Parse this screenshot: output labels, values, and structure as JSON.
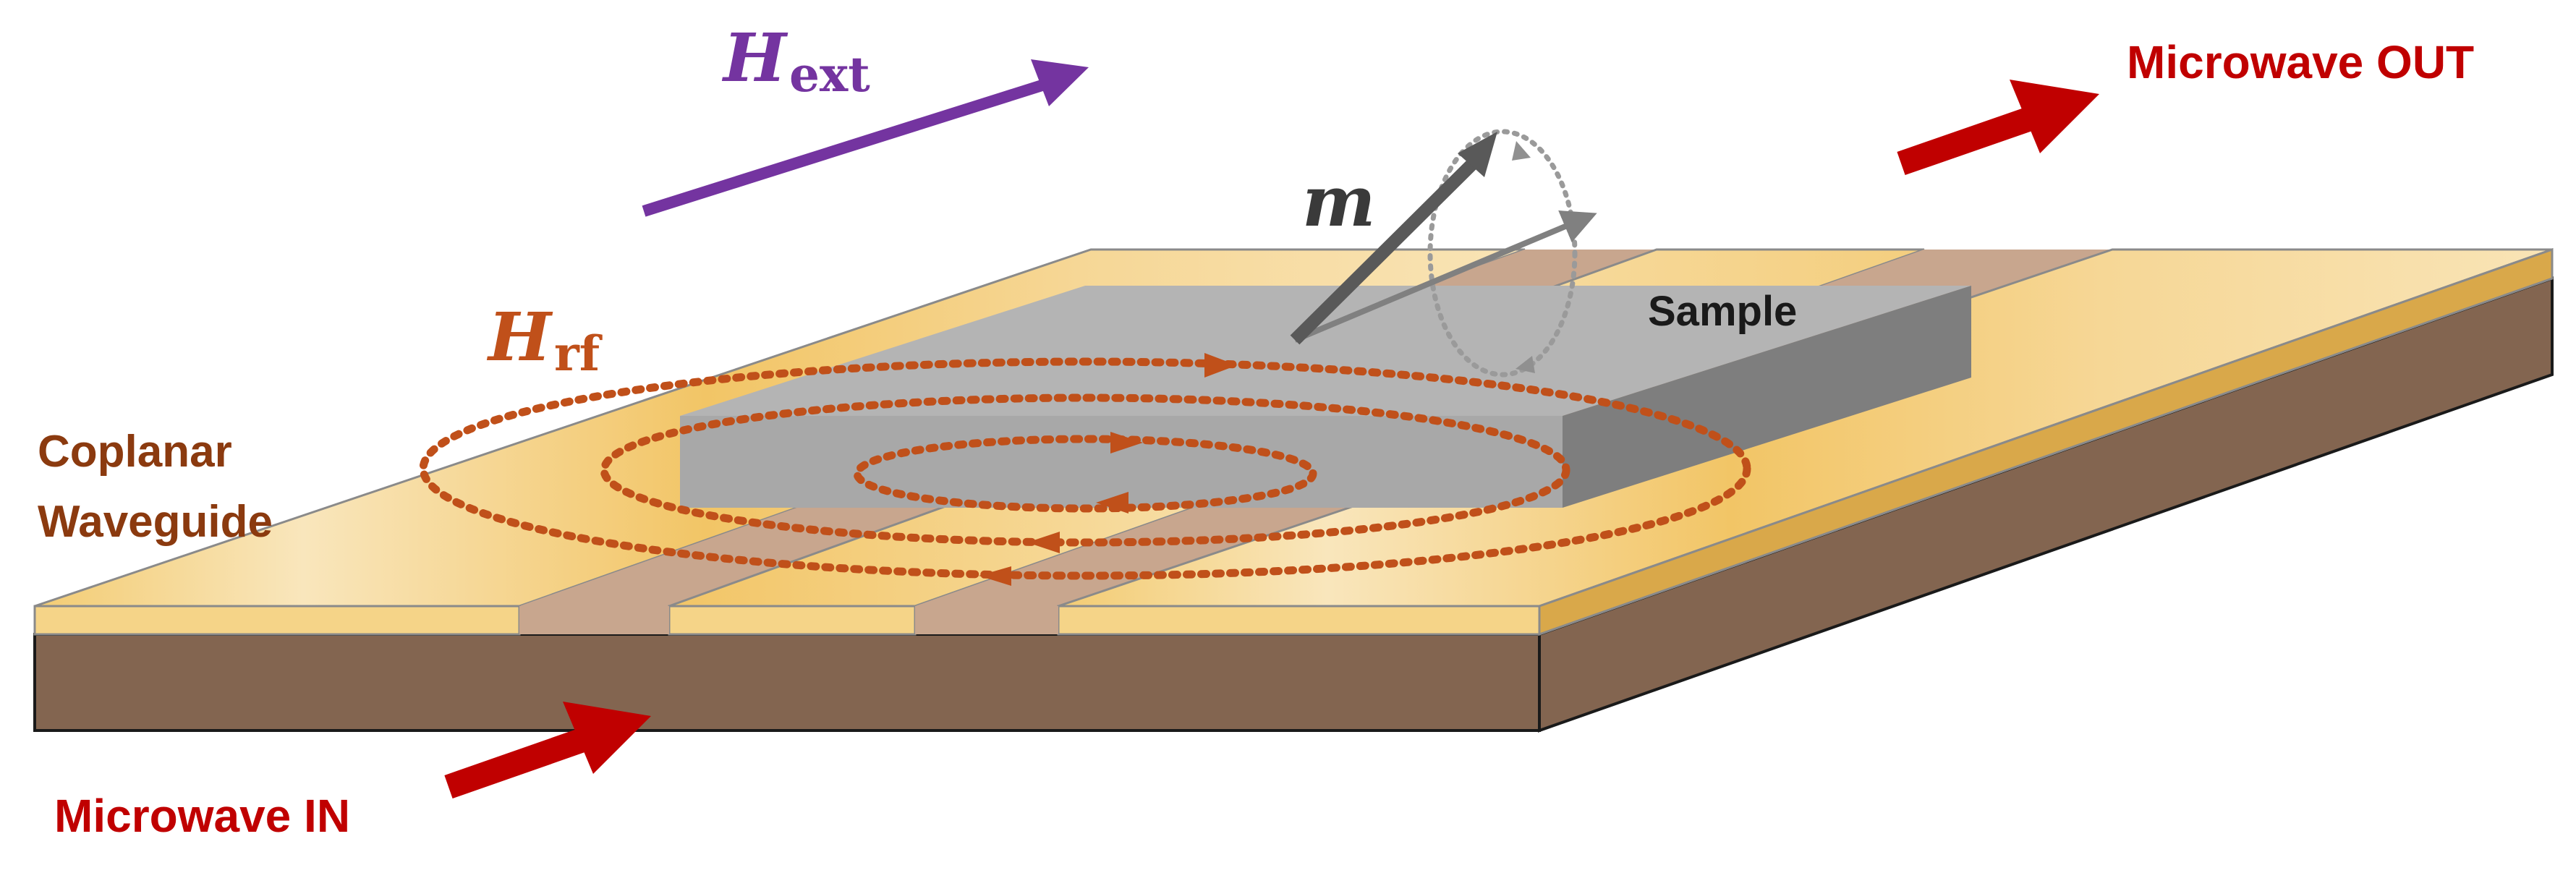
{
  "labels": {
    "h_ext": "H",
    "h_ext_sub": "ext",
    "h_rf": "H",
    "h_rf_sub": "rf",
    "magnetization": "m",
    "sample": "Sample",
    "waveguide_line1": "Coplanar",
    "waveguide_line2": "Waveguide",
    "microwave_in": "Microwave IN",
    "microwave_out": "Microwave OUT"
  },
  "colors": {
    "conductor_gold": "#F2C566",
    "conductor_light": "#F8E2B3",
    "substrate_brown": "#826650",
    "gap_tan": "#C8A68E",
    "sample_top": "#B4B4B4",
    "sample_side": "#7E7E7E",
    "field_orange": "#C0501A",
    "h_ext_purple": "#7434A0",
    "microwave_red": "#C00000",
    "waveguide_text_brown": "#8B3A0F",
    "m_arrow_gray": "#595959",
    "text_dark": "#1a1a1a"
  }
}
